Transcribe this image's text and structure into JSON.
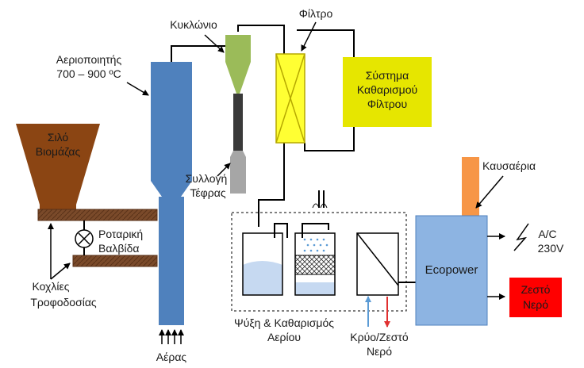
{
  "labels": {
    "silo_line1": "Σιλό",
    "silo_line2": "Βιομάζας",
    "gasifier_line1": "Αεριοποιητής",
    "gasifier_line2": "700 – 900 ºC",
    "cyclone": "Κυκλώνιο",
    "filter": "Φίλτρο",
    "cleaning_line1": "Σύστημα",
    "cleaning_line2": "Καθαρισμού",
    "cleaning_line3": "Φίλτρου",
    "ash_line1": "Συλλογή",
    "ash_line2": "Τέφρας",
    "rotary_line1": "Ροταρική",
    "rotary_line2": "Βαλβίδα",
    "augers_line1": "Κοχλίες",
    "augers_line2": "Τροφοδοσίας",
    "air": "Αέρας",
    "cooling_line1": "Ψύξη & Καθαρισμός",
    "cooling_line2": "Αερίου",
    "water_line1": "Κρύο/Ζεστό",
    "water_line2": "Νερό",
    "ecopower": "Ecopower",
    "exhaust": "Καυσαέρια",
    "ac_line1": "A/C",
    "ac_line2": "230V",
    "hotwater_line1": "Ζεστό",
    "hotwater_line2": "Νερό"
  },
  "colors": {
    "silo": "#8b4513",
    "auger": "#7a4a2a",
    "gasifier": "#4f81bd",
    "cyclone": "#9bbb59",
    "ash_tube": "#3a3a3a",
    "ash_bin": "#a6a6a6",
    "filter": "#ffff33",
    "cleaning_box": "#e6e600",
    "ecopower": "#8db4e2",
    "exhaust_stack": "#f79646",
    "hot_water": "#ff0000",
    "cold_arrow": "#5b9bd5",
    "hot_arrow": "#e03030"
  }
}
